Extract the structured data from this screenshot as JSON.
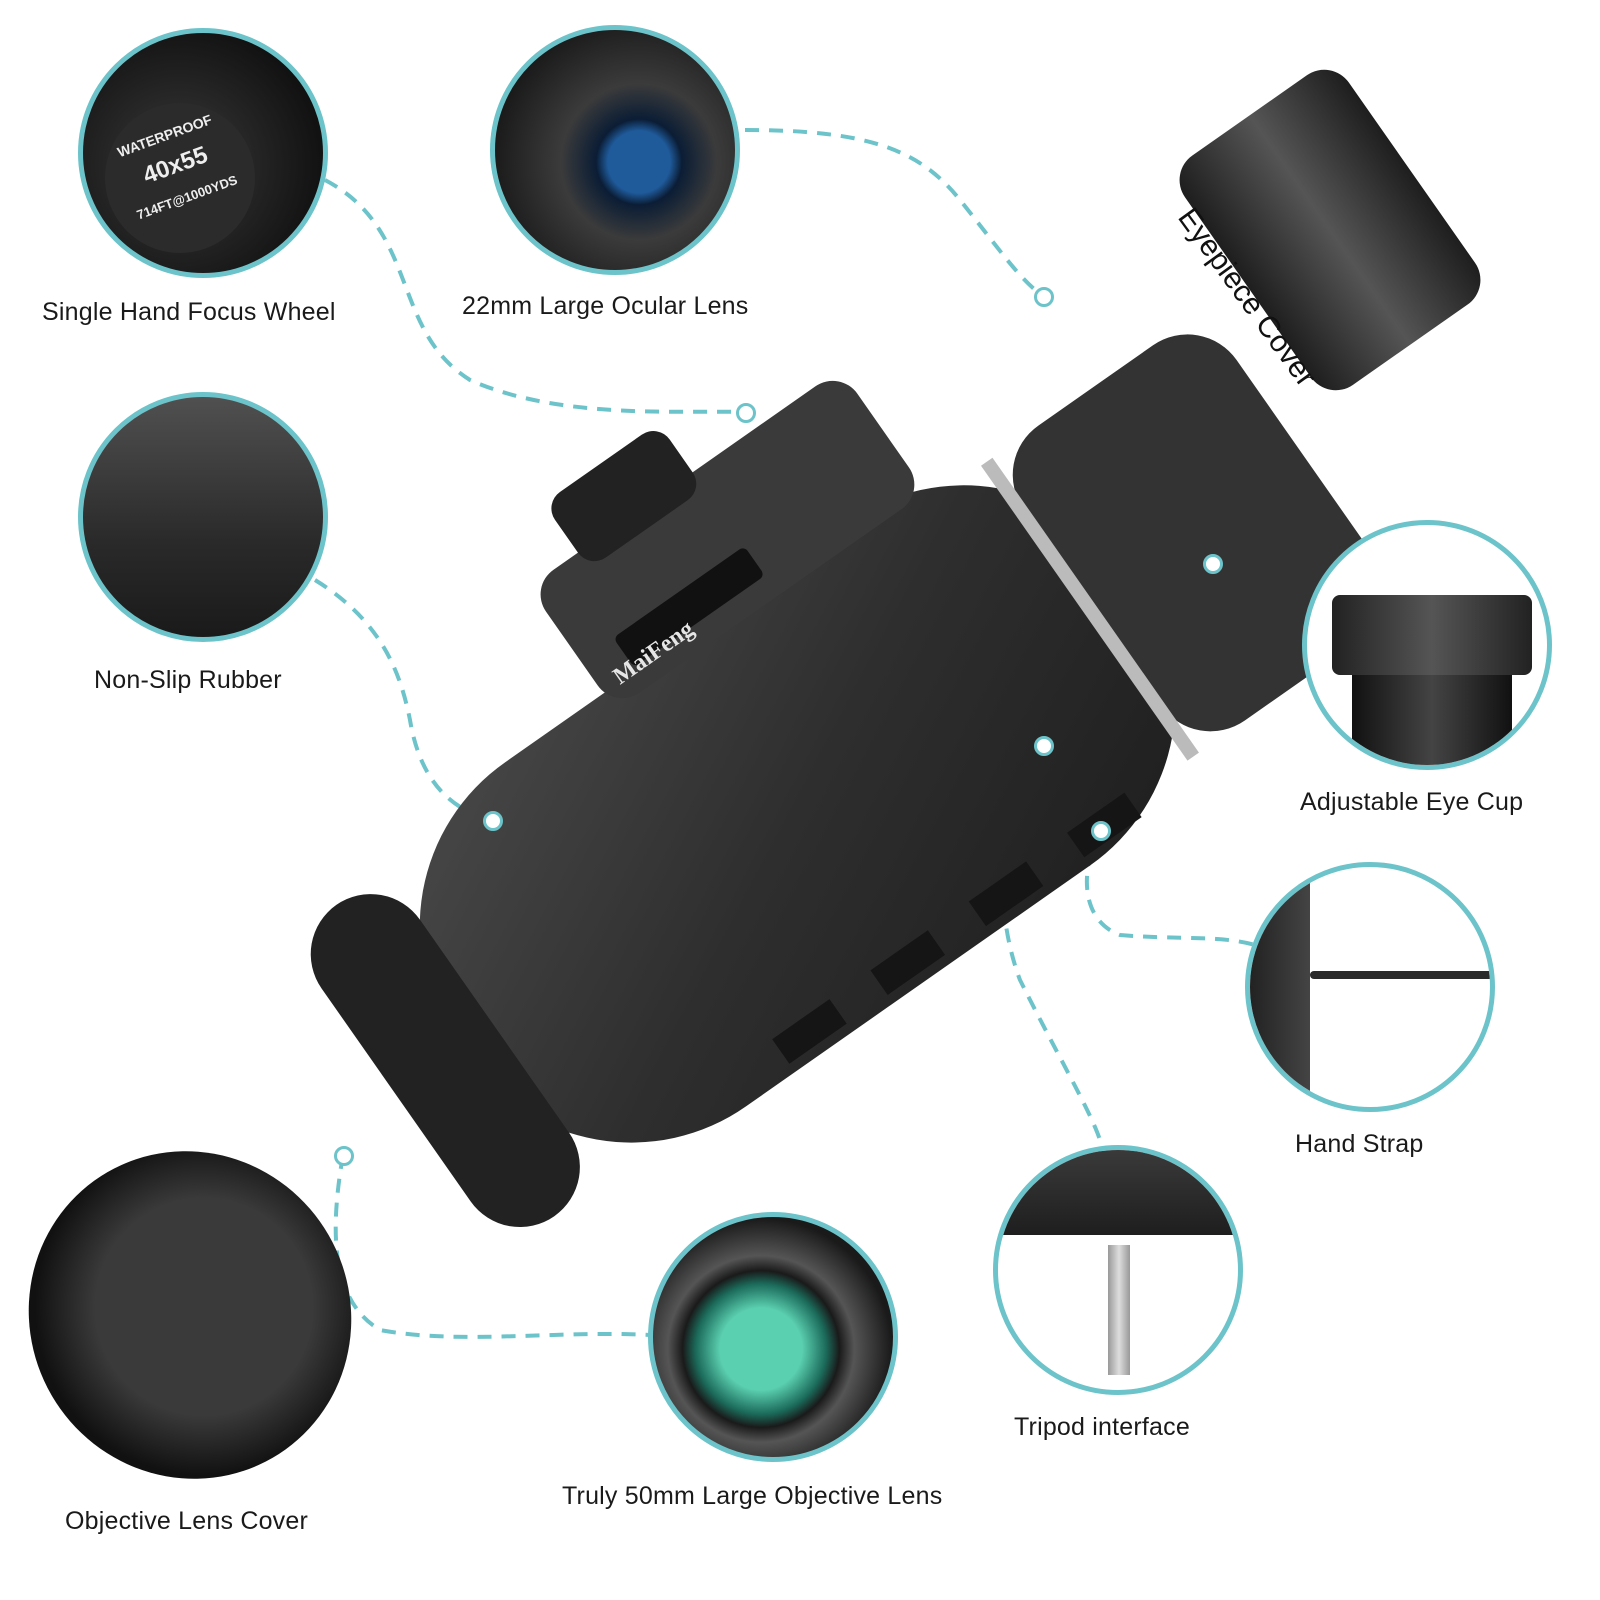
{
  "brand": "MaiFeng",
  "focus_wheel_markings": {
    "line1": "WATERPROOF",
    "line2": "40x55",
    "line3": "714FT@1000YDS"
  },
  "features": [
    {
      "id": "focus-wheel",
      "label": "Single Hand Focus Wheel"
    },
    {
      "id": "ocular-lens",
      "label": "22mm Large Ocular Lens"
    },
    {
      "id": "eyepiece-cover",
      "label": "Eyepiece Cover"
    },
    {
      "id": "non-slip-rubber",
      "label": "Non-Slip Rubber"
    },
    {
      "id": "eye-cup",
      "label": "Adjustable Eye Cup"
    },
    {
      "id": "hand-strap",
      "label": "Hand Strap"
    },
    {
      "id": "tripod-interface",
      "label": "Tripod interface"
    },
    {
      "id": "objective-lens",
      "label": "Truly 50mm Large Objective Lens"
    },
    {
      "id": "objective-cover",
      "label": "Objective Lens Cover"
    }
  ],
  "colors": {
    "accent": "#6cc3c9",
    "body": "#2f2f2f",
    "background": "#ffffff"
  }
}
